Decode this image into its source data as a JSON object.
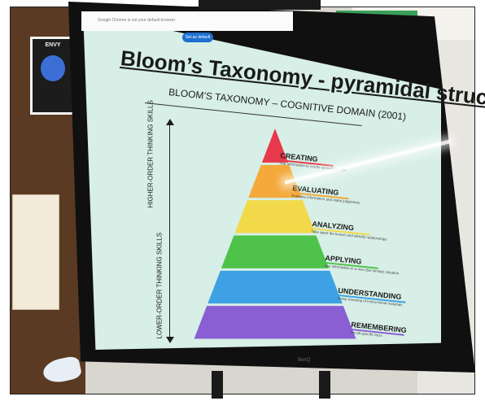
{
  "poster": {
    "title": "ENVY"
  },
  "screen_notice": {
    "text": "Google Chrome is not your default browser",
    "button": "Set as default"
  },
  "slide": {
    "title": "Bloom’s Taxonomy - pyramidal structure",
    "subtitle": "BLOOM’S TAXONOMY – COGNITIVE DOMAIN (2001)",
    "higher_label": "HIGHER-ORDER THINKING SKILLS",
    "lower_label": "LOWER-ORDER THINKING SKILLS",
    "levels": [
      {
        "name": "CREATING",
        "desc": "Use information to create something new",
        "color": "#e8384b"
      },
      {
        "name": "EVALUATING",
        "desc": "Examine information and make judgments",
        "color": "#f4a93a"
      },
      {
        "name": "ANALYZING",
        "desc": "Take apart the known and identify relationships",
        "color": "#f2d94a"
      },
      {
        "name": "APPLYING",
        "desc": "Use information in a new (but similar) situation",
        "color": "#4fc24a"
      },
      {
        "name": "UNDERSTANDING",
        "desc": "Grasp meaning of instructional materials",
        "color": "#3ea1e3"
      },
      {
        "name": "REMEMBERING",
        "desc": "Recall specific facts",
        "color": "#8a5fd4"
      }
    ]
  },
  "tv_brand": "BenQ"
}
